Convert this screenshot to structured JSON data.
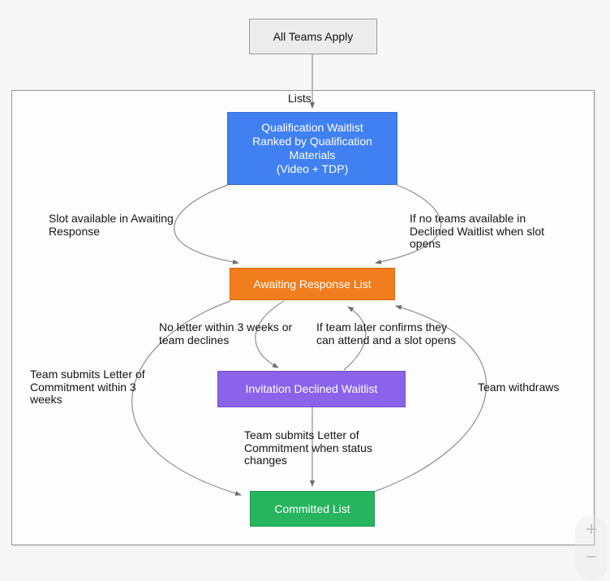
{
  "canvas": {
    "background": "#f7f7f7",
    "surface": "#fdfdfd",
    "edge_color": "#8f8f8f"
  },
  "nodes": {
    "apply": {
      "label": "All Teams Apply",
      "fill": "#ececec",
      "border": "#999999",
      "text_color": "#111111"
    },
    "qualification": {
      "lines": [
        "Qualification Waitlist",
        "Ranked by Qualification",
        "Materials",
        "(Video + TDP)"
      ],
      "fill": "#4080f0",
      "border": "#3a6fd0",
      "text_color": "#ffffff"
    },
    "awaiting": {
      "label": "Awaiting Response List",
      "fill": "#f07d1e",
      "border": "#d2690f",
      "text_color": "#ffffff"
    },
    "declined": {
      "label": "Invitation Declined Waitlist",
      "fill": "#8b63ea",
      "border": "#7550c9",
      "text_color": "#ffffff"
    },
    "committed": {
      "label": "Committed List",
      "fill": "#27b45f",
      "border": "#1f9a4f",
      "text_color": "#ffffff"
    }
  },
  "edges": {
    "lists": {
      "lines": [
        "Lists"
      ]
    },
    "slot_available": {
      "lines": [
        "Slot available in Awaiting",
        "Response"
      ]
    },
    "no_teams": {
      "lines": [
        "If no teams available in",
        "Declined Waitlist when slot",
        "opens"
      ]
    },
    "no_letter": {
      "lines": [
        "No letter within 3 weeks or",
        "team declines"
      ]
    },
    "later_confirms": {
      "lines": [
        "If team later confirms they",
        "can attend and a slot opens"
      ]
    },
    "submit_3weeks": {
      "lines": [
        "Team submits Letter of",
        "Commitment within 3",
        "weeks"
      ]
    },
    "withdraws": {
      "lines": [
        "Team withdraws"
      ]
    },
    "submit_status": {
      "lines": [
        "Team submits Letter of",
        "Commitment when status",
        "changes"
      ]
    }
  },
  "controls": {
    "zoom_in": "+",
    "zoom_out": "−"
  }
}
